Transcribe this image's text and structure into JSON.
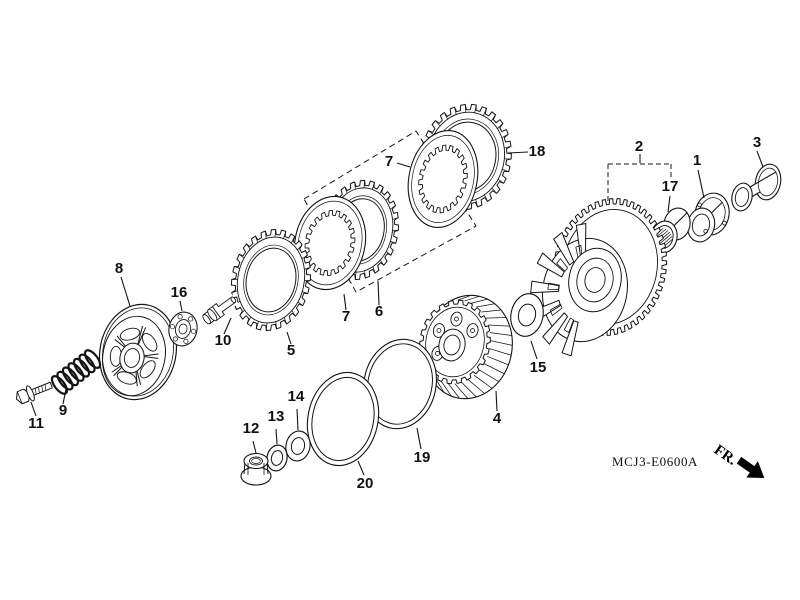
{
  "diagram": {
    "code": "MCJ3-E0600A",
    "direction_label": "FR.",
    "background_color": "#ffffff",
    "line_color": "#141414"
  },
  "parts": {
    "p1": "1",
    "p2": "2",
    "p3": "3",
    "p4": "4",
    "p5": "5",
    "p6": "6",
    "p7": "7",
    "p8": "8",
    "p9": "9",
    "p10": "10",
    "p11": "11",
    "p12": "12",
    "p13": "13",
    "p14": "14",
    "p15": "15",
    "p16": "16",
    "p17": "17",
    "p18": "18",
    "p19": "19",
    "p20": "20"
  }
}
